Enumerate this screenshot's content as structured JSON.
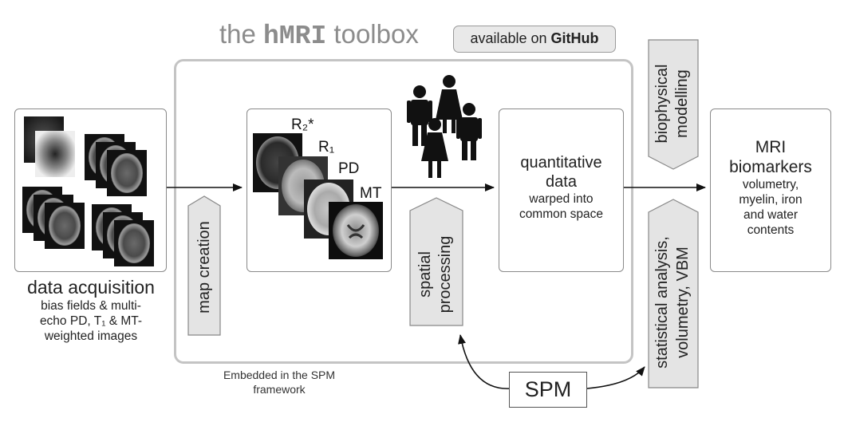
{
  "title": {
    "prefix": "the ",
    "mono": "hMRI",
    "suffix": " toolbox"
  },
  "badge": {
    "text": "available on ",
    "brand": "GitHub"
  },
  "acquisition": {
    "title": "data acquisition",
    "lines": [
      "bias fields & multi-",
      "echo PD, T₁ & MT-",
      "weighted images"
    ]
  },
  "map_creation": "map creation",
  "maps": {
    "r2s": "R₂*",
    "r1": "R₁",
    "pd": "PD",
    "mt": "MT"
  },
  "quantitative": {
    "title1": "quantitative",
    "title2": "data",
    "sub1": "warped into",
    "sub2": "common space"
  },
  "spatial": {
    "line1": "spatial",
    "line2": "processing"
  },
  "biophysical": {
    "line1": "biophysical",
    "line2": "modelling"
  },
  "statistical": {
    "line1": "statistical analysis,",
    "line2": "volumetry, VBM"
  },
  "biomarkers": {
    "title1": "MRI",
    "title2": "biomarkers",
    "lines": [
      "volumetry,",
      "myelin, iron",
      "and water",
      "contents"
    ]
  },
  "embedded": {
    "line1": "Embedded in the SPM",
    "line2": "framework"
  },
  "spm": "SPM",
  "icons": [
    "brain-slice-icon",
    "people-icon",
    "arrow-icon"
  ]
}
